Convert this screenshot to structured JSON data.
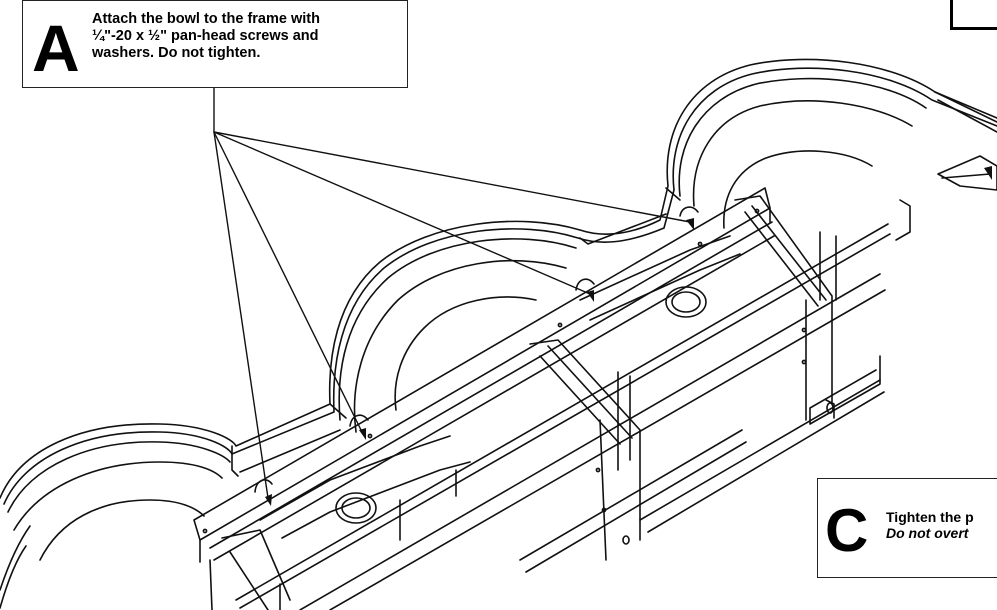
{
  "callout_a": {
    "letter": "A",
    "lines": [
      "Attach the bowl to the frame with",
      "¼\"-20 x ½\" pan-head screws and",
      "washers. Do not tighten."
    ]
  },
  "callout_c": {
    "letter": "C",
    "line1": "Tighten the p",
    "line2": "Do not overt"
  }
}
